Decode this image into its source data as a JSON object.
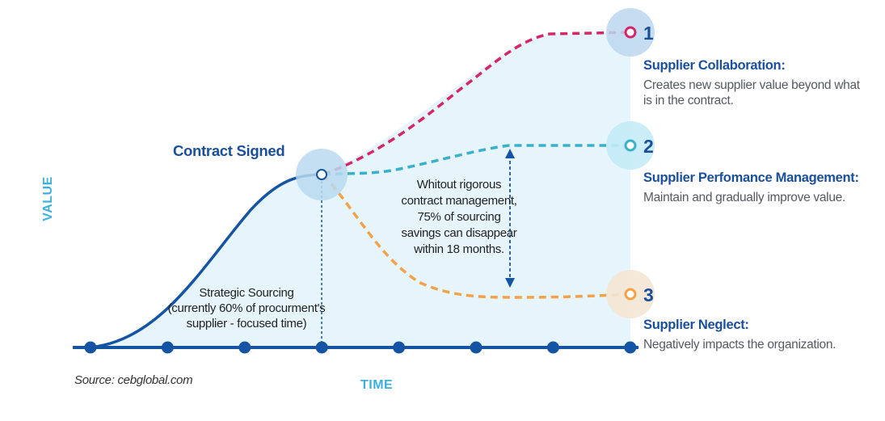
{
  "diagram": {
    "axes": {
      "x_label": "TIME",
      "y_label": "VALUE"
    },
    "contract_label": "Contract Signed",
    "sourcing_note": [
      "Strategic  Sourcing",
      "(currently 60% of procurment's",
      "supplier - focused time)"
    ],
    "gap_note": [
      "Whitout rigorous",
      "contract management,",
      "75% of sourcing",
      "savings can disappear",
      "within 18 months."
    ],
    "source": "Source:  cebglobal.com",
    "outcomes": [
      {
        "number": "1",
        "title": "Supplier Collaboration:",
        "description": "Creates new supplier value beyond what is in the contract.",
        "color": "#d6266a"
      },
      {
        "number": "2",
        "title": "Supplier Perfomance Management:",
        "description": "Maintain and gradually improve value.",
        "color": "#3bb0c9"
      },
      {
        "number": "3",
        "title": "Supplier Neglect:",
        "description": "Negatively impacts the organization.",
        "color": "#f3a24a"
      }
    ],
    "colors": {
      "axis": "#1554a3",
      "area": "#e3f4fc",
      "label": "#1a4f9c",
      "axis_label": "#3bb0de"
    }
  }
}
